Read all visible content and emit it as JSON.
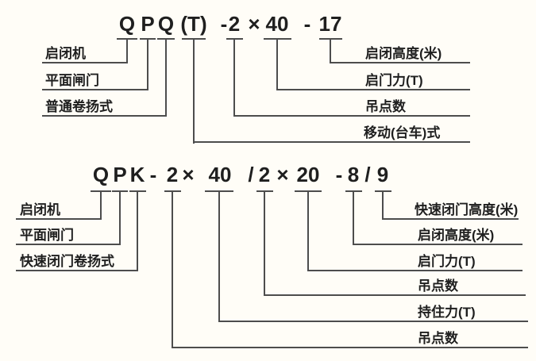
{
  "top_diagram": {
    "code": {
      "full": "QPQ(T)-2×40-17",
      "segments": [
        "Q",
        "P",
        "Q",
        "(T)",
        "-",
        "2",
        "×",
        "40",
        "-",
        "17"
      ]
    },
    "left_labels": [
      "启闭机",
      "平面闸门",
      "普通卷扬式"
    ],
    "right_labels": [
      "启闭高度(米)",
      "启门力(T)",
      "吊点数",
      "移动(台车)式"
    ]
  },
  "bottom_diagram": {
    "code": {
      "full": "QPK-2×40/2×20-8/9",
      "segments": [
        "Q",
        "P",
        "K",
        "-",
        "2",
        "×",
        "40",
        "/",
        "2",
        "×",
        "20",
        "-",
        "8",
        "/",
        "9"
      ]
    },
    "left_labels": [
      "启闭机",
      "平面闸门",
      "快速闭门卷扬式"
    ],
    "right_labels": [
      "快速闭门高度(米)",
      "启闭高度(米)",
      "启门力(T)",
      "吊点数",
      "持住力(T)",
      "吊点数"
    ]
  },
  "colors": {
    "background": "#fffdf7",
    "line": "#4d4d4d",
    "text": "#1f1f1f"
  }
}
